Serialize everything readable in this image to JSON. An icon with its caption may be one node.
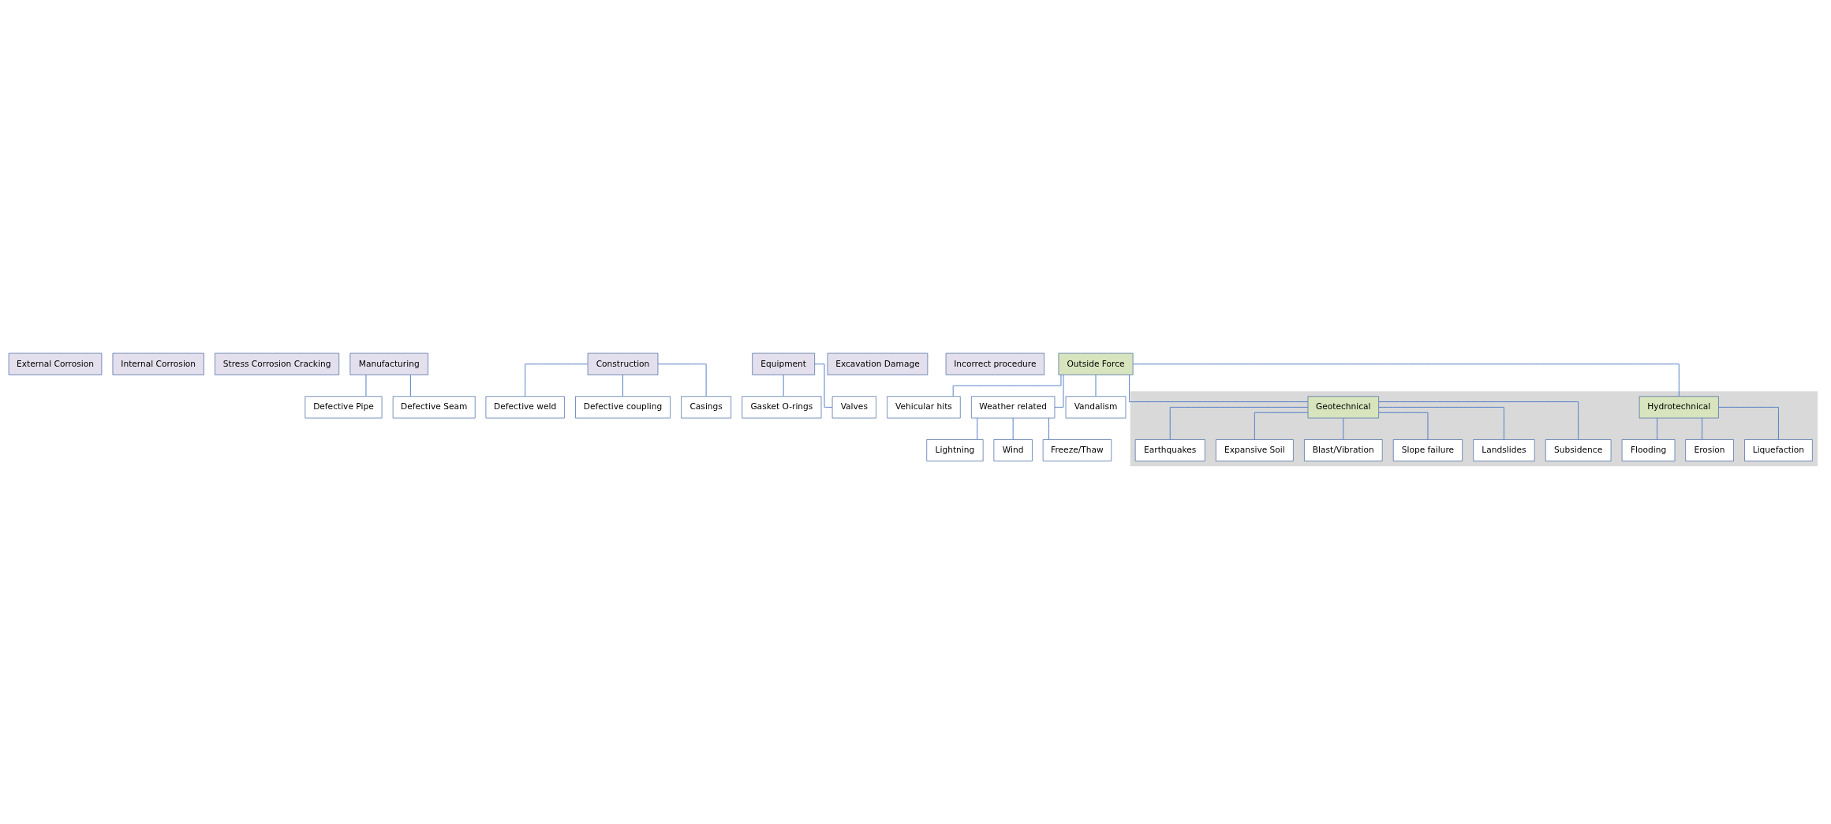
{
  "diagram": {
    "nodes": [
      {
        "text": [
          "External Corrosion"
        ]
      },
      {
        "text": [
          "Internal Corrosion"
        ]
      },
      {
        "text": [
          "Stress Corrosion Cracking"
        ]
      },
      {
        "text": [
          "Manufacturing"
        ]
      },
      {
        "text": [
          "Defective Pipe"
        ]
      },
      {
        "text": [
          "Defective Seam"
        ]
      },
      {
        "text": [
          "Construction"
        ]
      },
      {
        "text": [
          "Defective weld"
        ]
      },
      {
        "text": [
          "Defective coupling"
        ]
      },
      {
        "text": [
          "Casings"
        ]
      },
      {
        "text": [
          "Equipment"
        ]
      },
      {
        "text": [
          "Gasket O-rings"
        ]
      },
      {
        "text": [
          "Valves"
        ]
      },
      {
        "text": [
          "Excavation Damage"
        ]
      },
      {
        "text": [
          "Incorrect procedure"
        ]
      },
      {
        "text": [
          "Outside Force"
        ]
      },
      {
        "text": [
          "Vehicular hits"
        ]
      },
      {
        "text": [
          "Lightning"
        ]
      },
      {
        "text": [
          "Weather related"
        ]
      },
      {
        "text": [
          "Wind"
        ]
      },
      {
        "text": [
          "Freeze/Thaw"
        ]
      },
      {
        "text": [
          "Vandalism"
        ]
      },
      {
        "text": [],
        "shape": "box"
      },
      {
        "text": [
          "Flooding"
        ],
        "in": 22
      },
      {
        "text": [
          "Hydrotechnical"
        ],
        "in": 22
      },
      {
        "text": [
          "Erosion"
        ],
        "in": 22
      },
      {
        "text": [
          "Liquefaction"
        ],
        "in": 22
      },
      {
        "text": [
          "Earthquakes"
        ],
        "in": 22
      },
      {
        "text": [
          "Geotechnical"
        ],
        "in": 22
      },
      {
        "text": [
          "Expansive Soil"
        ],
        "in": 22
      },
      {
        "text": [
          "Blast/Vibration"
        ],
        "in": 22
      },
      {
        "text": [
          "Slope failure"
        ],
        "in": 22
      },
      {
        "text": [
          "Landslides"
        ],
        "in": 22
      },
      {
        "text": [
          "Subsidence"
        ],
        "in": 22
      }
    ],
    "edges": [
      {
        "from": 3,
        "to": 4,
        "arrow": "none"
      },
      {
        "from": 3,
        "to": 5,
        "arrow": "none"
      },
      {
        "from": 6,
        "to": 7,
        "arrow": "none"
      },
      {
        "from": 6,
        "to": 8,
        "arrow": "none"
      },
      {
        "from": 6,
        "to": 9,
        "arrow": "none"
      },
      {
        "from": 10,
        "to": 11,
        "arrow": "none"
      },
      {
        "from": 10,
        "to": 12,
        "arrow": "none"
      },
      {
        "from": 15,
        "to": 16,
        "arrow": "none"
      },
      {
        "from": 15,
        "to": 18,
        "arrow": "none"
      },
      {
        "from": 15,
        "to": 21,
        "arrow": "none"
      },
      {
        "from": 15,
        "to": 24,
        "arrow": "none"
      },
      {
        "from": 15,
        "to": 28,
        "arrow": "none"
      },
      {
        "from": 18,
        "to": 17,
        "arrow": "none"
      },
      {
        "from": 18,
        "to": 19,
        "arrow": "none"
      },
      {
        "from": 18,
        "to": 20,
        "arrow": "none"
      },
      {
        "from": 24,
        "to": 23,
        "arrow": "none"
      },
      {
        "from": 24,
        "to": 25,
        "arrow": "none"
      },
      {
        "from": 24,
        "to": 26,
        "arrow": "none"
      },
      {
        "from": 28,
        "to": 27,
        "arrow": "none"
      },
      {
        "from": 28,
        "to": 29,
        "arrow": "none"
      },
      {
        "from": 28,
        "to": 30,
        "arrow": "none"
      },
      {
        "from": 28,
        "to": 31,
        "arrow": "none"
      },
      {
        "from": 28,
        "to": 32,
        "arrow": "none"
      },
      {
        "from": 28,
        "to": 33,
        "arrow": "none"
      }
    ]
  }
}
